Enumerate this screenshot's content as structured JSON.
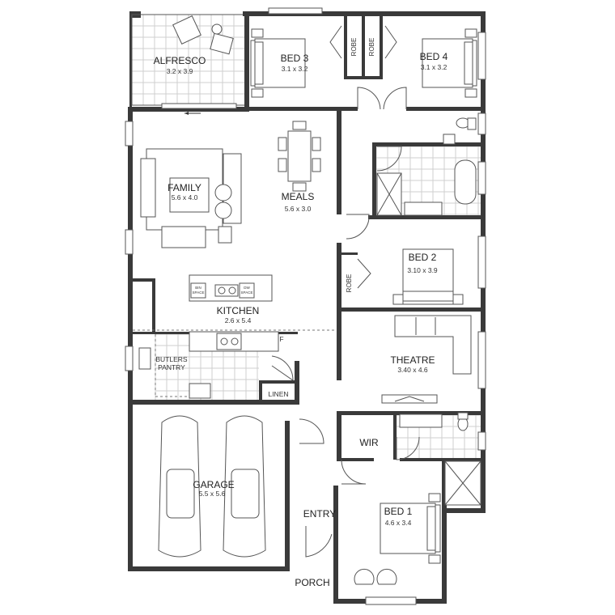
{
  "rooms": {
    "alfresco": {
      "name": "ALFRESCO",
      "size": "3.2 x 3.9"
    },
    "bed3": {
      "name": "BED 3",
      "size": "3.1 x 3.2"
    },
    "bed4": {
      "name": "BED 4",
      "size": "3.1 x 3.2"
    },
    "family": {
      "name": "FAMILY",
      "size": "5.6 x 4.0"
    },
    "meals": {
      "name": "MEALS",
      "size": "5.6 x 3.0"
    },
    "kitchen": {
      "name": "KITCHEN",
      "size": "2.6 x 5.4"
    },
    "butlers": {
      "line1": "BUTLERS",
      "line2": "PANTRY"
    },
    "bed2": {
      "name": "BED 2",
      "size": "3.10 x 3.9"
    },
    "theatre": {
      "name": "THEATRE",
      "size": "3.40 x 4.6"
    },
    "garage": {
      "name": "GARAGE",
      "size": "5.5 x 5.6"
    },
    "entry": {
      "name": "ENTRY"
    },
    "wir": {
      "name": "WIR"
    },
    "bed1": {
      "name": "BED 1",
      "size": "4.6 x 3.4"
    },
    "porch": {
      "name": "PORCH"
    }
  },
  "labels": {
    "robe": "ROBE",
    "linen": "LINEN",
    "fridge_mark": "F",
    "bin_space_1a": "BIN",
    "bin_space_1b": "SPACE",
    "bin_space_2a": "DW",
    "bin_space_2b": "SPACE"
  },
  "colors": {
    "wall": "#3a3a3a",
    "line": "#555555",
    "tile": "#cfcfcf"
  },
  "icons": [
    "bed-icon",
    "bath-icon",
    "toilet-icon",
    "car-icon",
    "sofa-icon",
    "dining-table-icon",
    "chair-icon"
  ]
}
